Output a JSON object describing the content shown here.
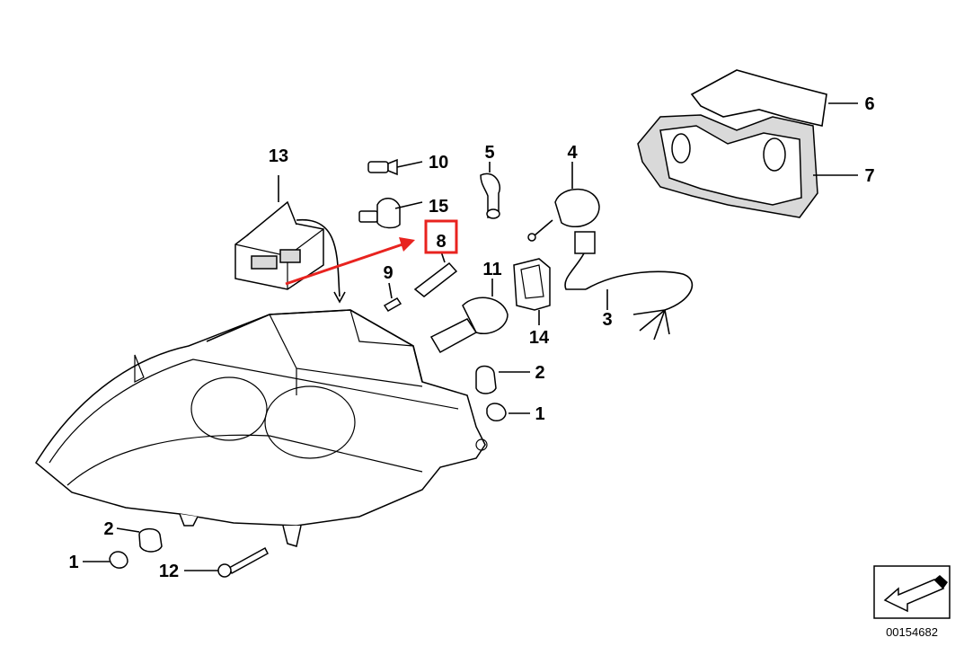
{
  "labels": {
    "p1a": "1",
    "p1b": "1",
    "p2a": "2",
    "p2b": "2",
    "p3": "3",
    "p4": "4",
    "p5": "5",
    "p6": "6",
    "p7": "7",
    "p8": "8",
    "p9": "9",
    "p10": "10",
    "p11": "11",
    "p12": "12",
    "p13": "13",
    "p14": "14",
    "p15": "15"
  },
  "highlight": {
    "color": "#e8231f",
    "part": "8"
  },
  "footer": {
    "code": "00154682"
  }
}
